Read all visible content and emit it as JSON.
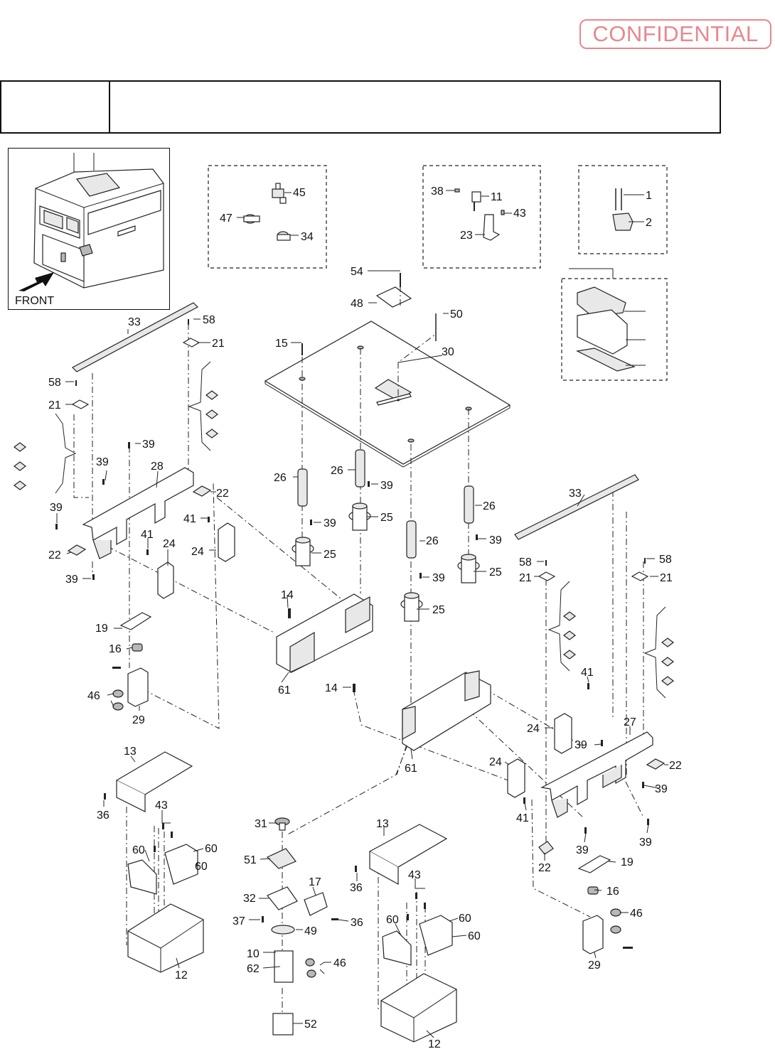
{
  "stamp": {
    "text": "CONFIDENTIAL",
    "color": "#e9878f"
  },
  "header": {
    "left_text": "",
    "right_text": ""
  },
  "inset": {
    "front_label": "FRONT"
  },
  "callouts": [
    {
      "id": "c45",
      "text": "45"
    },
    {
      "id": "c47",
      "text": "47"
    },
    {
      "id": "c34",
      "text": "34"
    },
    {
      "id": "c38",
      "text": "38"
    },
    {
      "id": "c11",
      "text": "11"
    },
    {
      "id": "c43a",
      "text": "43"
    },
    {
      "id": "c23",
      "text": "23"
    },
    {
      "id": "c1",
      "text": "1"
    },
    {
      "id": "c2",
      "text": "2"
    },
    {
      "id": "c54",
      "text": "54"
    },
    {
      "id": "c48",
      "text": "48"
    },
    {
      "id": "c50",
      "text": "50"
    },
    {
      "id": "c15",
      "text": "15"
    },
    {
      "id": "c30",
      "text": "30"
    },
    {
      "id": "c33a",
      "text": "33"
    },
    {
      "id": "c58a",
      "text": "58"
    },
    {
      "id": "c21a",
      "text": "21"
    },
    {
      "id": "c58b",
      "text": "58"
    },
    {
      "id": "c21b",
      "text": "21"
    },
    {
      "id": "c39a",
      "text": "39"
    },
    {
      "id": "c39b",
      "text": "39"
    },
    {
      "id": "c28",
      "text": "28"
    },
    {
      "id": "c22a",
      "text": "22"
    },
    {
      "id": "c39c",
      "text": "39"
    },
    {
      "id": "c22b",
      "text": "22"
    },
    {
      "id": "c39d",
      "text": "39"
    },
    {
      "id": "c41a",
      "text": "41"
    },
    {
      "id": "c24a",
      "text": "24"
    },
    {
      "id": "c41b",
      "text": "41"
    },
    {
      "id": "c24b",
      "text": "24"
    },
    {
      "id": "c26a",
      "text": "26"
    },
    {
      "id": "c26b",
      "text": "26"
    },
    {
      "id": "c39e",
      "text": "39"
    },
    {
      "id": "c25a",
      "text": "25"
    },
    {
      "id": "c39f",
      "text": "39"
    },
    {
      "id": "c25b",
      "text": "25"
    },
    {
      "id": "c26c",
      "text": "26"
    },
    {
      "id": "c26d",
      "text": "26"
    },
    {
      "id": "c39g",
      "text": "39"
    },
    {
      "id": "c25c",
      "text": "25"
    },
    {
      "id": "c39h",
      "text": "39"
    },
    {
      "id": "c25d",
      "text": "25"
    },
    {
      "id": "c14a",
      "text": "14"
    },
    {
      "id": "c61a",
      "text": "61"
    },
    {
      "id": "c19a",
      "text": "19"
    },
    {
      "id": "c16a",
      "text": "16"
    },
    {
      "id": "c46a",
      "text": "46"
    },
    {
      "id": "c29a",
      "text": "29"
    },
    {
      "id": "c33b",
      "text": "33"
    },
    {
      "id": "c58c",
      "text": "58"
    },
    {
      "id": "c21c",
      "text": "21"
    },
    {
      "id": "c58d",
      "text": "58"
    },
    {
      "id": "c21d",
      "text": "21"
    },
    {
      "id": "c41c",
      "text": "41"
    },
    {
      "id": "c14b",
      "text": "14"
    },
    {
      "id": "c61b",
      "text": "61"
    },
    {
      "id": "c24c",
      "text": "24"
    },
    {
      "id": "c39i",
      "text": "39"
    },
    {
      "id": "c27",
      "text": "27"
    },
    {
      "id": "c22c",
      "text": "22"
    },
    {
      "id": "c24d",
      "text": "24"
    },
    {
      "id": "c39j",
      "text": "39"
    },
    {
      "id": "c41d",
      "text": "41"
    },
    {
      "id": "c39k",
      "text": "39"
    },
    {
      "id": "c39l",
      "text": "39"
    },
    {
      "id": "c22d",
      "text": "22"
    },
    {
      "id": "c19b",
      "text": "19"
    },
    {
      "id": "c16b",
      "text": "16"
    },
    {
      "id": "c46b",
      "text": "46"
    },
    {
      "id": "c29b",
      "text": "29"
    },
    {
      "id": "c13a",
      "text": "13"
    },
    {
      "id": "c36a",
      "text": "36"
    },
    {
      "id": "c43b",
      "text": "43"
    },
    {
      "id": "c60a",
      "text": "60"
    },
    {
      "id": "c60b",
      "text": "60"
    },
    {
      "id": "c60c",
      "text": "60"
    },
    {
      "id": "c12a",
      "text": "12"
    },
    {
      "id": "c31",
      "text": "31"
    },
    {
      "id": "c51",
      "text": "51"
    },
    {
      "id": "c17",
      "text": "17"
    },
    {
      "id": "c32",
      "text": "32"
    },
    {
      "id": "c37",
      "text": "37"
    },
    {
      "id": "c36b",
      "text": "36"
    },
    {
      "id": "c49",
      "text": "49"
    },
    {
      "id": "c10",
      "text": "10"
    },
    {
      "id": "c62",
      "text": "62"
    },
    {
      "id": "c46c",
      "text": "46"
    },
    {
      "id": "c52",
      "text": "52"
    },
    {
      "id": "c13b",
      "text": "13"
    },
    {
      "id": "c36c",
      "text": "36"
    },
    {
      "id": "c43c",
      "text": "43"
    },
    {
      "id": "c60d",
      "text": "60"
    },
    {
      "id": "c60e",
      "text": "60"
    },
    {
      "id": "c60f",
      "text": "60"
    },
    {
      "id": "c12b",
      "text": "12"
    }
  ]
}
